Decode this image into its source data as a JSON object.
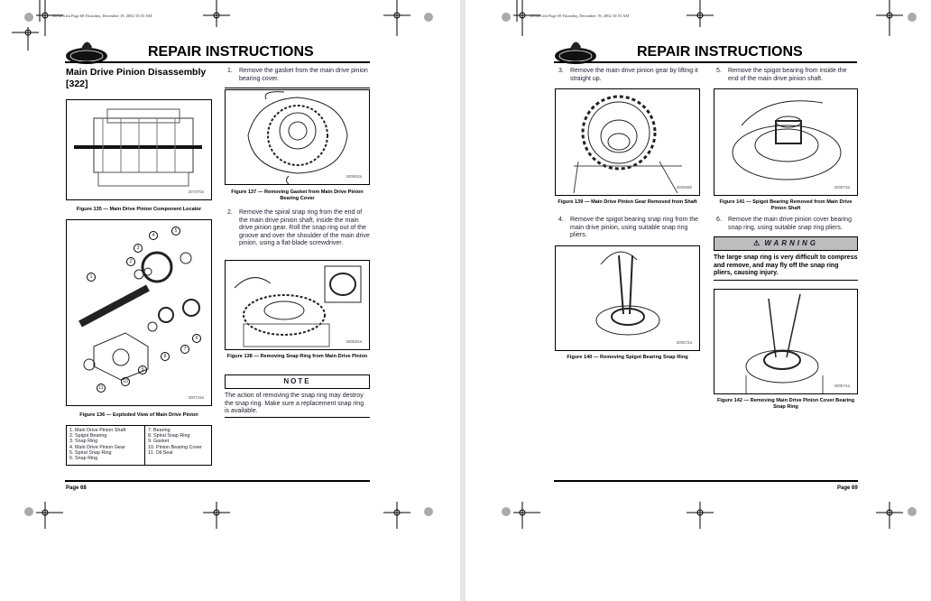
{
  "left_page": {
    "slug": "10/12/6.fm  Page 68  Thursday, December 19, 2002  10:55 AM",
    "header_title": "REPAIR INSTRUCTIONS",
    "section_title": "Main Drive Pinion Disassembly [322]",
    "steps": [
      {
        "num": "1.",
        "text": "Remove the gasket from the main drive pinion bearing cover."
      },
      {
        "num": "2.",
        "text": "Remove the spiral snap ring from the end of the main drive pinion shaft, inside the main drive pinion gear. Roll the snap ring out of the groove and over the shoulder of the main drive pinion, using a flat-blade screwdriver."
      }
    ],
    "figures": [
      {
        "id": "307370a",
        "caption": "Figure 135 — Main Drive Pinion Component Locator"
      },
      {
        "id": "300743a",
        "caption": "Figure 136 — Exploded View of Main Drive Pinion"
      },
      {
        "id": "300602a",
        "caption": "Figure 137 — Removing Gasket from Main Drive Pinion Bearing Cover"
      },
      {
        "id": "300584a",
        "caption": "Figure 138 — Removing Snap Ring from Main Drive Pinion"
      }
    ],
    "callouts": [
      "1",
      "2",
      "3",
      "4",
      "5",
      "6",
      "7",
      "8",
      "9",
      "10",
      "11"
    ],
    "legend_col1": [
      "1. Main Drive Pinion Shaft",
      "2. Spigot Bearing",
      "3. Snap Ring",
      "4. Main Drive Pinion Gear",
      "5. Spiral Snap Ring",
      "6. Snap Ring"
    ],
    "legend_col2": [
      "7. Bearing",
      "8. Spiral Snap Ring",
      "9. Gasket",
      "10. Pinion Bearing Cover",
      "11. Oil Seal"
    ],
    "note_label": "NOTE",
    "note_text": "The action of removing the snap ring may destroy the snap ring. Make sure a replacement snap ring is available.",
    "page_number": "Page 68"
  },
  "right_page": {
    "slug": "10/12/6.fm  Page 69  Thursday, December 19, 2002  10:55 AM",
    "header_title": "REPAIR INSTRUCTIONS",
    "steps": [
      {
        "num": "3.",
        "text": "Remove the main drive pinion gear by lifting it straight up."
      },
      {
        "num": "4.",
        "text": "Remove the spigot bearing snap ring from the main drive pinion, using suitable snap ring pliers."
      },
      {
        "num": "5.",
        "text": "Remove the spigot bearing from inside the end of the main drive pinion shaft."
      },
      {
        "num": "6.",
        "text": "Remove the main drive pinion cover bearing snap ring, using suitable snap ring pliers."
      }
    ],
    "figures": [
      {
        "id": "300558b",
        "caption": "Figure 139 — Main Drive Pinion Gear Removed from Shaft"
      },
      {
        "id": "300572a",
        "caption": "Figure 140 — Removing Spigot Bearing Snap Ring"
      },
      {
        "id": "300573a",
        "caption": "Figure 141 — Spigot Bearing Removed from Main Drive Pinion Shaft"
      },
      {
        "id": "300574a",
        "caption": "Figure 142 — Removing Main Drive Pinion Cover Bearing Snap Ring"
      }
    ],
    "warning_label": "WARNING",
    "warning_text": "The large snap ring is very difficult to compress and remove, and may fly off the snap ring pliers, causing injury.",
    "page_number": "Page 69"
  }
}
